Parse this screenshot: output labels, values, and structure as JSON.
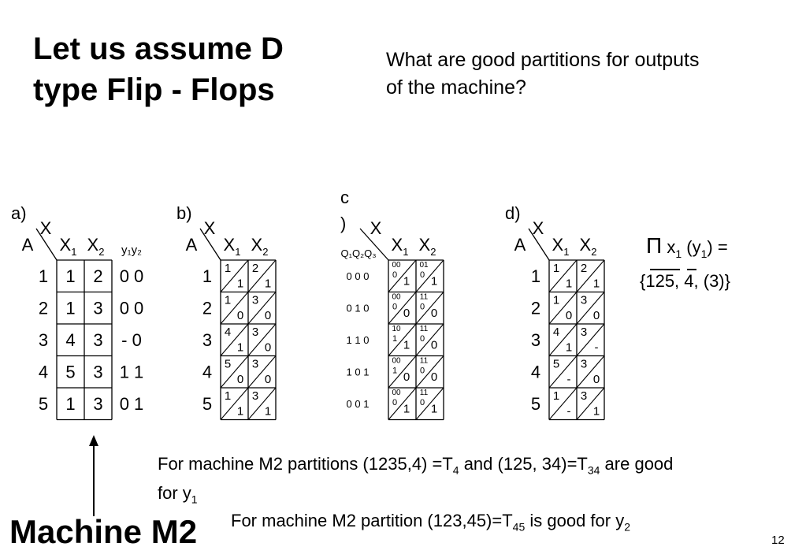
{
  "title": "Let us assume D type Flip - Flops",
  "question": "What are good partitions for outputs of the machine?",
  "machine_label": "Machine M2",
  "page_number": "12",
  "rows": [
    "1",
    "2",
    "3",
    "4",
    "5"
  ],
  "table_a": {
    "label": "a)",
    "row_header": "A",
    "col_header": "X",
    "cols": [
      {
        "base": "X",
        "sub": "1"
      },
      {
        "base": "X",
        "sub": "2"
      }
    ],
    "out_header": "y₁y₂",
    "cells": [
      [
        "1",
        "2"
      ],
      [
        "1",
        "3"
      ],
      [
        "4",
        "3"
      ],
      [
        "5",
        "3"
      ],
      [
        "1",
        "3"
      ]
    ],
    "outputs": [
      "0 0",
      "0 0",
      "- 0",
      "1 1",
      "0 1"
    ]
  },
  "table_b": {
    "label": "b)",
    "row_header": "A",
    "col_header": "X",
    "cols": [
      {
        "base": "X",
        "sub": "1"
      },
      {
        "base": "X",
        "sub": "2"
      }
    ],
    "cells": [
      [
        [
          "1",
          "1"
        ],
        [
          "2",
          "1"
        ]
      ],
      [
        [
          "1",
          "0"
        ],
        [
          "3",
          "0"
        ]
      ],
      [
        [
          "4",
          "1"
        ],
        [
          "3",
          "0"
        ]
      ],
      [
        [
          "5",
          "0"
        ],
        [
          "3",
          "0"
        ]
      ],
      [
        [
          "1",
          "1"
        ],
        [
          "3",
          "1"
        ]
      ]
    ]
  },
  "table_c": {
    "label": "c )",
    "col_header": "X",
    "state_header": "Q₁Q₂Q₃",
    "cols": [
      {
        "base": "X",
        "sub": "1"
      },
      {
        "base": "X",
        "sub": "2"
      }
    ],
    "states": [
      "0  0  0",
      "0  1  0",
      "1  1  0",
      "1  0  1",
      "0  0  1"
    ],
    "cells": [
      [
        [
          "00",
          "0",
          "1"
        ],
        [
          "01",
          "0",
          "1"
        ]
      ],
      [
        [
          "00",
          "0",
          "0"
        ],
        [
          "11",
          "0",
          "0"
        ]
      ],
      [
        [
          "10",
          "1",
          "1"
        ],
        [
          "11",
          "0",
          "0"
        ]
      ],
      [
        [
          "00",
          "1",
          "0"
        ],
        [
          "11",
          "0",
          "0"
        ]
      ],
      [
        [
          "00",
          "0",
          "1"
        ],
        [
          "11",
          "0",
          "1"
        ]
      ]
    ]
  },
  "table_d": {
    "label": "d)",
    "row_header": "A",
    "col_header": "X",
    "cols": [
      {
        "base": "X",
        "sub": "1"
      },
      {
        "base": "X",
        "sub": "2"
      }
    ],
    "cells": [
      [
        [
          "1",
          "1"
        ],
        [
          "2",
          "1"
        ]
      ],
      [
        [
          "1",
          "0"
        ],
        [
          "3",
          "0"
        ]
      ],
      [
        [
          "4",
          "1"
        ],
        [
          "3",
          "-"
        ]
      ],
      [
        [
          "5",
          "-"
        ],
        [
          "3",
          "0"
        ]
      ],
      [
        [
          "1",
          "-"
        ],
        [
          "3",
          "1"
        ]
      ]
    ]
  },
  "pi_formula": {
    "symbol": "Π",
    "x": "x",
    "x_sub": "1",
    "arg_pre": " (y",
    "arg_sub": "1",
    "arg_post": ") =",
    "set_line": "{125, 4, (3)}"
  },
  "statement1": {
    "text1": "For machine M2 partitions (1235,4) =T",
    "sub1": "4",
    "text2": " and (125, 34)=T",
    "sub2": "34",
    "text3": " are good",
    "line2": "for y",
    "line2_sub": "1"
  },
  "statement2": {
    "text1": "For machine M2 partition (123,45)=T",
    "sub1": "45",
    "text2": " is good for y",
    "sub2": "2"
  }
}
